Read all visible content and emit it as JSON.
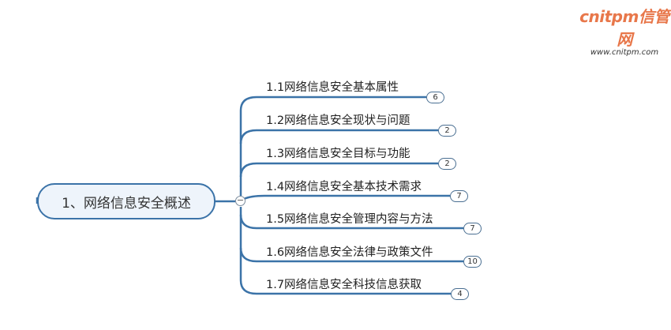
{
  "logo": {
    "main": "cnitpm信管网",
    "url_text": "www.cnitpm.com"
  },
  "root": {
    "label": "1、网络信息安全概述",
    "collapse_symbol": "−"
  },
  "branches": [
    {
      "label": "1.1网络信息安全基本属性",
      "count": "6"
    },
    {
      "label": "1.2网络信息安全现状与问题",
      "count": "2"
    },
    {
      "label": "1.3网络信息安全目标与功能",
      "count": "2"
    },
    {
      "label": "1.4网络信息安全基本技术需求",
      "count": "7"
    },
    {
      "label": "1.5网络信息安全管理内容与方法",
      "count": "7"
    },
    {
      "label": "1.6网络信息安全法律与政策文件",
      "count": "10"
    },
    {
      "label": "1.7网络信息安全科技信息获取",
      "count": "4"
    }
  ],
  "colors": {
    "line": "#3b73a8",
    "logo": "#e8774a"
  }
}
